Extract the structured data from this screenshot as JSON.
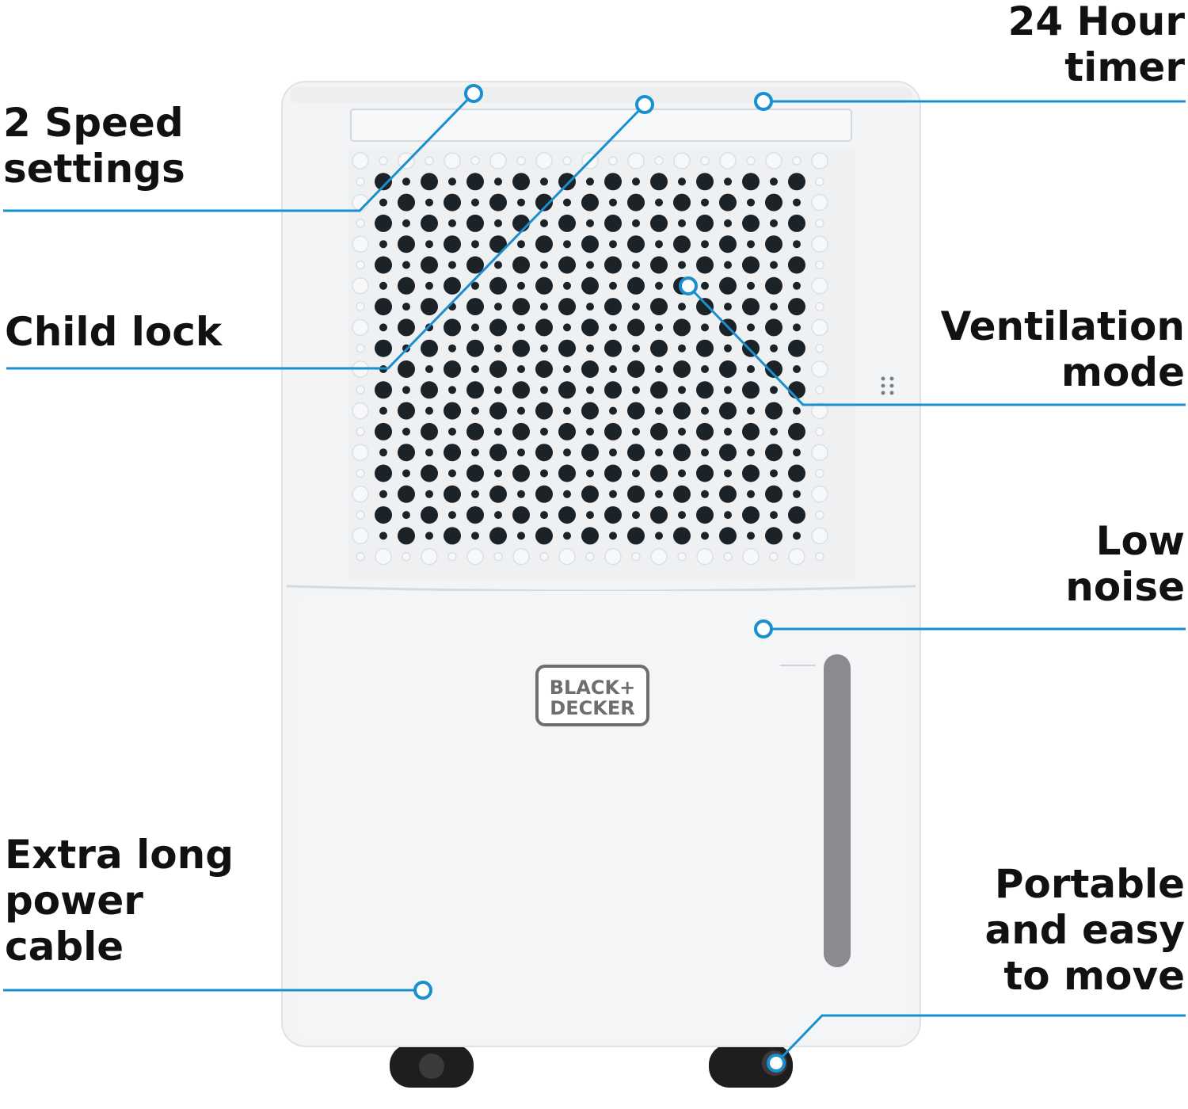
{
  "colors": {
    "accent": "#1a8fcf",
    "text": "#111111",
    "body": "#f3f4f6",
    "grille_hole": "#1b2228",
    "logo_gray": "#6d6e70",
    "window_gray": "#8a8b8f",
    "wheel": "#1e1e1e"
  },
  "callouts": {
    "speed": "2 Speed\nsettings",
    "child_lock": "Child lock",
    "cable": "Extra long\npower\ncable",
    "timer": "24 Hour\ntimer",
    "ventilation": "Ventilation\nmode",
    "noise": "Low\nnoise",
    "portable": "Portable\nand easy\nto move"
  },
  "brand": {
    "line1": "BLACK+",
    "line2": "DECKER"
  }
}
